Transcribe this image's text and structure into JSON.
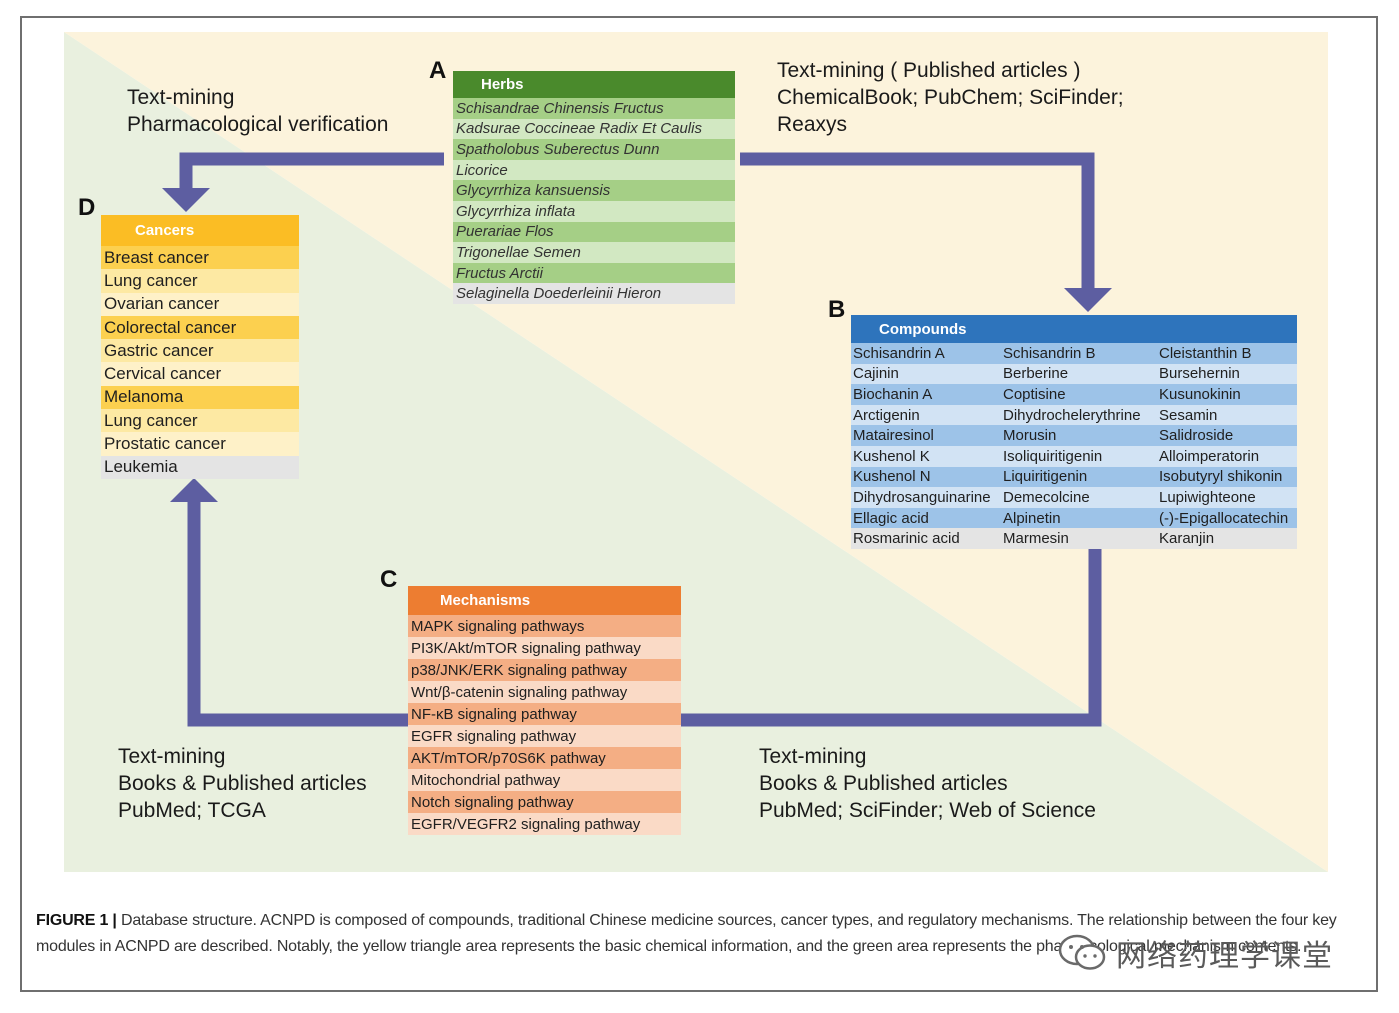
{
  "colors": {
    "yellow_area": "#fcf3dc",
    "green_area": "#e9f0df",
    "arrow": "#5d5ea1",
    "herbs_header": "#4a8a2c",
    "herbs_dark": "#a5cf86",
    "herbs_light": "#d2e8c2",
    "compounds_header": "#2e74bc",
    "compounds_dark": "#9dc3e8",
    "compounds_light": "#d2e3f4",
    "mechanisms_header": "#ed7d31",
    "mechanisms_dark": "#f4ae84",
    "mechanisms_light": "#fadac6",
    "cancers_header": "#fbbd24",
    "cancers_dark": "#fcd04f",
    "cancers_mid": "#fde9a3",
    "cancers_light": "#fef1c8",
    "last_row": "#e4e4e4"
  },
  "panels": {
    "herbs": {
      "letter": "A",
      "header": "Herbs",
      "items": [
        "Schisandrae Chinensis Fructus",
        "Kadsurae Coccineae Radix Et Caulis",
        "Spatholobus Suberectus Dunn",
        "Licorice",
        "Glycyrrhiza kansuensis",
        "Glycyrrhiza inflata",
        "Puerariae Flos",
        "Trigonellae Semen",
        "Fructus Arctii",
        "Selaginella Doederleinii Hieron"
      ]
    },
    "compounds": {
      "letter": "B",
      "header": "Compounds",
      "rows": [
        [
          "Schisandrin A",
          "Schisandrin B",
          "Cleistanthin B"
        ],
        [
          "Cajinin",
          "Berberine",
          "Bursehernin"
        ],
        [
          "Biochanin A",
          "Coptisine",
          "Kusunokinin"
        ],
        [
          "Arctigenin",
          "Dihydrochelerythrine",
          "Sesamin"
        ],
        [
          "Matairesinol",
          "Morusin",
          "Salidroside"
        ],
        [
          "Kushenol K",
          "Isoliquiritigenin",
          "Alloimperatorin"
        ],
        [
          "Kushenol N",
          "Liquiritigenin",
          "Isobutyryl shikonin"
        ],
        [
          "Dihydrosanguinarine",
          "Demecolcine",
          "Lupiwighteone"
        ],
        [
          "Ellagic acid",
          "Alpinetin",
          "(-)-Epigallocatechin"
        ],
        [
          "Rosmarinic acid",
          "Marmesin",
          "Karanjin"
        ]
      ]
    },
    "mechanisms": {
      "letter": "C",
      "header": "Mechanisms",
      "items": [
        "MAPK signaling pathways",
        "PI3K/Akt/mTOR signaling pathway",
        "p38/JNK/ERK signaling pathway",
        "Wnt/β-catenin signaling pathway",
        "NF-κB signaling pathway",
        "EGFR signaling pathway",
        "AKT/mTOR/p70S6K pathway",
        "Mitochondrial pathway",
        "Notch signaling pathway",
        "EGFR/VEGFR2 signaling pathway"
      ]
    },
    "cancers": {
      "letter": "D",
      "header": "Cancers",
      "items": [
        "Breast cancer",
        "Lung cancer",
        "Ovarian cancer",
        "Colorectal cancer",
        "Gastric cancer",
        "Cervical cancer",
        "Melanoma",
        "Lung cancer",
        "Prostatic cancer",
        "Leukemia"
      ]
    }
  },
  "notes": {
    "top_left": [
      "Text-mining",
      "Pharmacological verification"
    ],
    "top_right": [
      "Text-mining ( Published articles )",
      "ChemicalBook; PubChem; SciFinder;",
      "Reaxys"
    ],
    "bottom_left": [
      "Text-mining",
      "Books & Published articles",
      "PubMed; TCGA"
    ],
    "bottom_right": [
      "Text-mining",
      "Books & Published articles",
      "PubMed; SciFinder; Web of Science"
    ]
  },
  "caption": {
    "label": "FIGURE 1 |",
    "text": "Database structure. ACNPD is composed of compounds, traditional Chinese medicine sources, cancer types, and regulatory mechanisms. The relationship between the four key modules in ACNPD are described. Notably, the yellow triangle area represents the basic chemical information, and the green area represents the pharmacological mechanism contents."
  },
  "watermark": {
    "text": "网络药理学课堂"
  }
}
